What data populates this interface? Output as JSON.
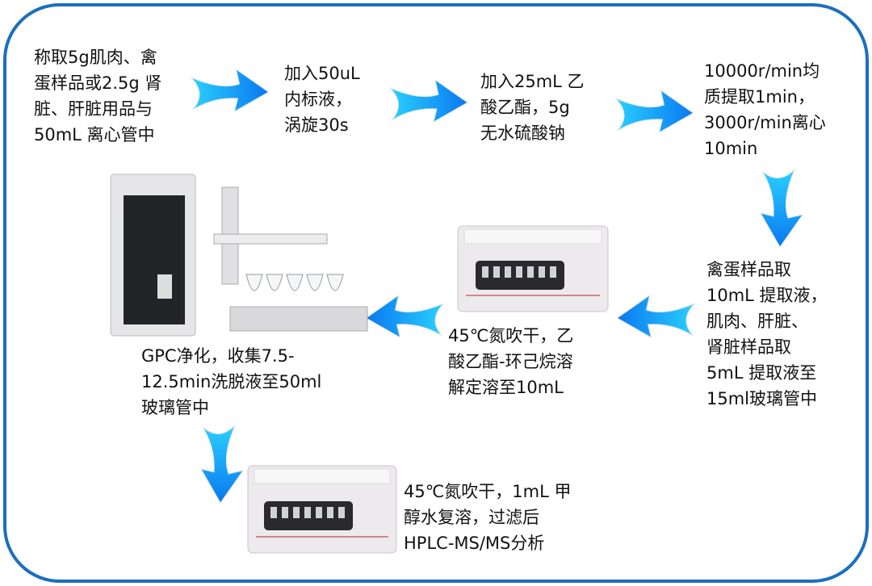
{
  "steps": [
    {
      "text": "称取5g肌肉、禽\n蛋样品或2.5g 肾\n脏、肝脏用品与\n50mL 离心管中"
    },
    {
      "text": "加入50uL\n内标液，\n涡旋30s"
    },
    {
      "text": "加入25mL 乙\n酸乙酯，5g\n无水硫酸钠"
    },
    {
      "text": "10000r/min均\n质提取1min，\n3000r/min离心\n10min"
    },
    {
      "text": "禽蛋样品取\n10mL 提取液，\n肌肉、肝脏、\n肾脏样品取\n5mL 提取液至\n15ml玻璃管中"
    },
    {
      "text": "45℃氮吹干，乙\n酸乙酯-环己烷溶\n解定溶至10mL"
    },
    {
      "text": "GPC净化，收集7.5-\n12.5min洗脱液至50ml\n玻璃管中"
    },
    {
      "text": "45℃氮吹干，1mL 甲\n醇水复溶，过滤后\nHPLC-MS/MS分析"
    }
  ],
  "colors": {
    "frame": "#1b6fbf",
    "arrow_start": "#2ad0ff",
    "arrow_end": "#0a78f0"
  }
}
